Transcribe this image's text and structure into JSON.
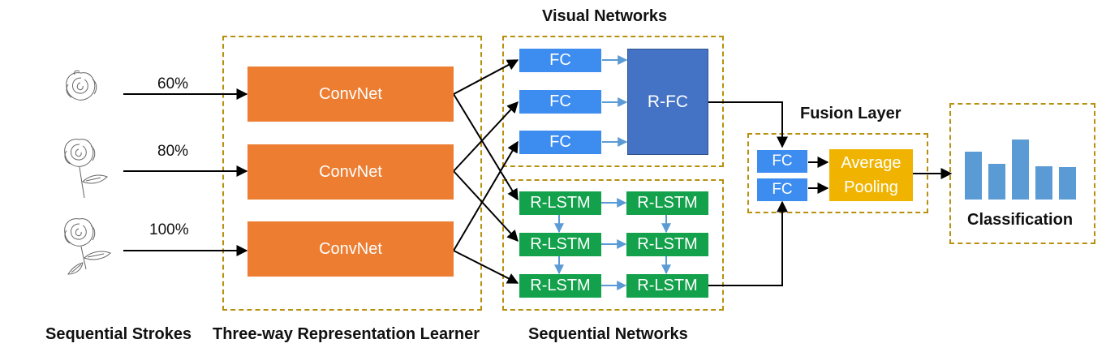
{
  "labels": {
    "sequential_strokes": "Sequential Strokes",
    "representation_learner": "Three-way Representation Learner",
    "sequential_networks": "Sequential Networks",
    "visual_networks": "Visual Networks",
    "fusion_layer": "Fusion Layer",
    "classification": "Classification"
  },
  "strokes": {
    "pct_60": "60%",
    "pct_80": "80%",
    "pct_100": "100%"
  },
  "convnet": [
    "ConvNet",
    "ConvNet",
    "ConvNet"
  ],
  "visual": {
    "fc": [
      "FC",
      "FC",
      "FC"
    ],
    "rfc": "R-FC"
  },
  "sequential": {
    "lstm": [
      "R-LSTM",
      "R-LSTM",
      "R-LSTM",
      "R-LSTM",
      "R-LSTM",
      "R-LSTM"
    ]
  },
  "fusion": {
    "fc": [
      "FC",
      "FC"
    ],
    "pooling_line1": "Average",
    "pooling_line2": "Pooling"
  },
  "histogram": {
    "bar_levels": [
      0.58,
      0.43,
      0.72,
      0.4,
      0.39
    ]
  },
  "colors": {
    "convnet": "#ed7d31",
    "fc": "#3d8cf0",
    "rfc": "#4472c4",
    "lstm": "#13a14b",
    "pooling": "#f0b400",
    "histogram": "#5b9bd5",
    "dashed_border": "#b8900e"
  }
}
